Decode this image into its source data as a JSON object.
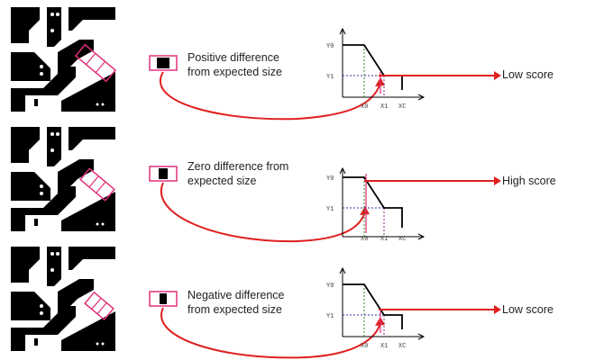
{
  "rows": [
    {
      "text_line1": "Positive difference",
      "text_line2": "from expected size",
      "score": "Low score",
      "case": "positive"
    },
    {
      "text_line1": "Zero difference from",
      "text_line2": "expected size",
      "score": "High score",
      "case": "zero"
    },
    {
      "text_line1": "Negative difference",
      "text_line2": "from expected size",
      "score": "Low score",
      "case": "negative"
    }
  ],
  "graph_labels": {
    "y0": "Y0",
    "y1": "Y1",
    "x0": "X0",
    "x1": "X1",
    "xc": "XC"
  },
  "colors": {
    "arrow": "#e02020",
    "highlight": "#e0307a",
    "green_guide": "#2a8a2a",
    "blue_guide": "#2a3aa0",
    "purple_guide": "#8a2a8a",
    "trace": "#000000"
  }
}
